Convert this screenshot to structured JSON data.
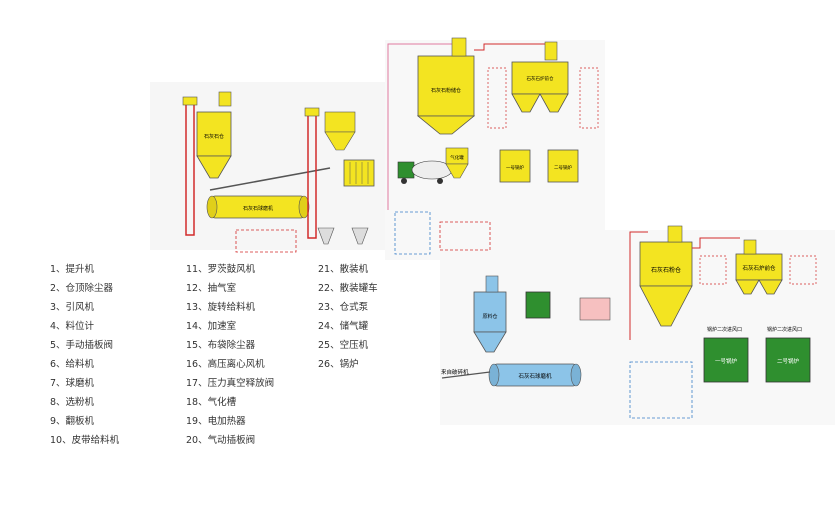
{
  "legend": {
    "col1": [
      "1、提升机",
      "2、仓顶除尘器",
      "3、引风机",
      "4、料位计",
      "5、手动插板阀",
      "6、给料机",
      "7、球磨机",
      "8、选粉机",
      "9、翻板机",
      "10、皮带给料机"
    ],
    "col2": [
      "11、罗茨鼓风机",
      "12、抽气室",
      "13、旋转给料机",
      "14、加速室",
      "15、布袋除尘器",
      "16、高压离心风机",
      "17、压力真空释放阀",
      "18、气化槽",
      "19、电加热器",
      "20、气动插板阀"
    ],
    "col3": [
      "21、散装机",
      "22、散装罐车",
      "23、仓式泵",
      "24、储气罐",
      "25、空压机",
      "26、锅炉"
    ]
  },
  "labels": {
    "silo_left": "石灰石仓",
    "mill_left": "石灰石球磨机",
    "silo_top": "石灰石粉储仓",
    "silo_top_right": "石灰石炉前仓",
    "tank_small": "气化罐",
    "furnace_a": "一号锅炉",
    "furnace_b": "二号锅炉",
    "raw_silo": "原料仓",
    "mill_right": "石灰石球磨机",
    "silo_big": "石灰石粉仓",
    "silo_furnace": "石灰石炉前仓",
    "feed_from": "来自破碎机",
    "port_a": "锅炉二次进风口",
    "port_b": "锅炉二次进风口",
    "boiler_1": "一号锅炉",
    "boiler_2": "二号锅炉"
  },
  "colors": {
    "yellow": "#f3e421",
    "green": "#2f8f2f",
    "blue": "#8cc4e8",
    "pipe_red": "#d22b2b",
    "pipe_pink": "#e07aa0",
    "pipe_blue": "#3a7fc8"
  }
}
